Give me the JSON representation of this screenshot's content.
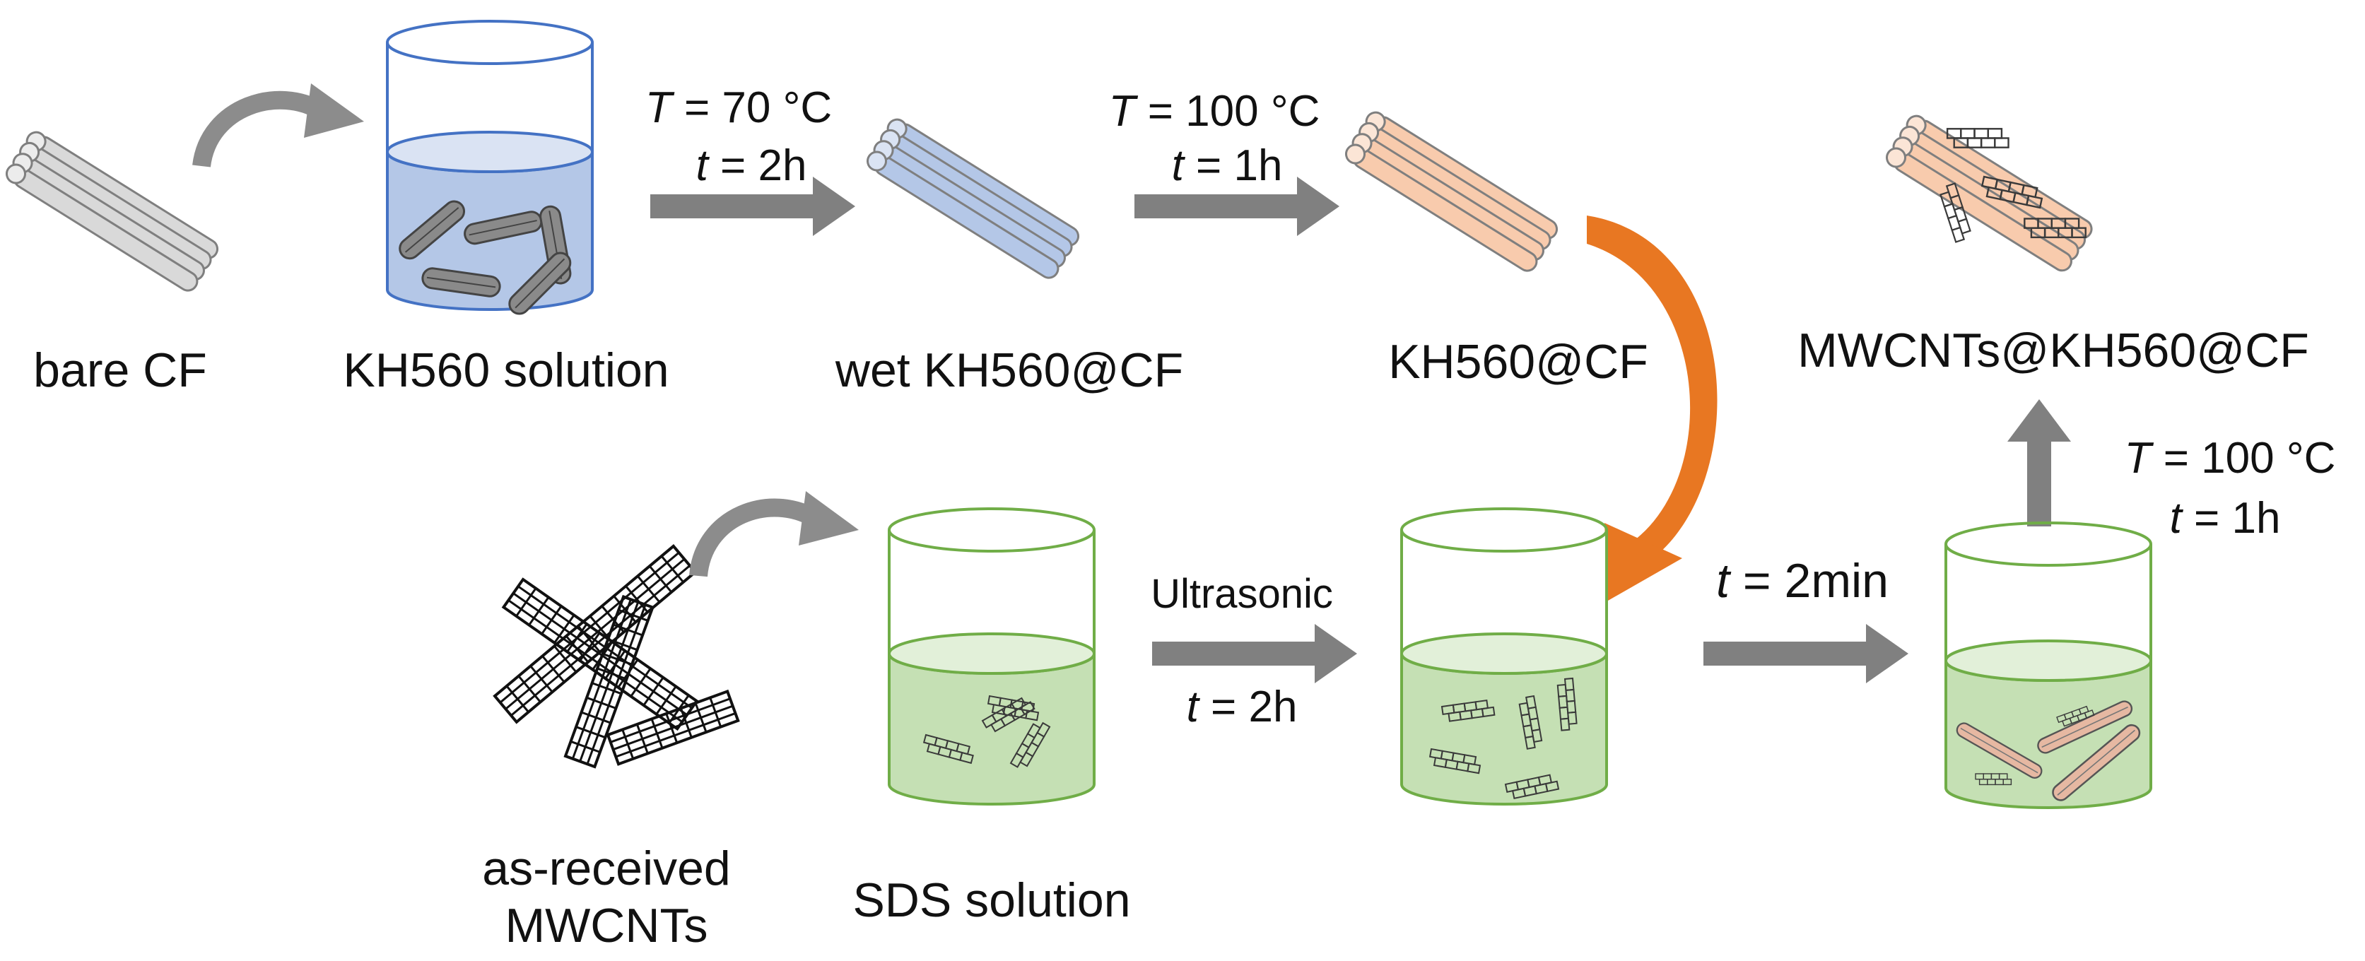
{
  "labels": {
    "bare_cf": "bare CF",
    "kh560_solution": "KH560 solution",
    "wet_kh560_cf": "wet KH560@CF",
    "kh560_cf": "KH560@CF",
    "final_product": "MWCNTs@KH560@CF",
    "mwcnts_line1": "as-received",
    "mwcnts_line2": "MWCNTs",
    "sds_solution": "SDS solution"
  },
  "conditions": {
    "step1_temp_var": "T",
    "step1_temp_value": " = 70 °C",
    "step1_time_var": "t",
    "step1_time_value": " = 2h",
    "step2_temp_var": "T",
    "step2_temp_value": " = 100 °C",
    "step2_time_var": "t",
    "step2_time_value": " = 1h",
    "ultrasonic": "Ultrasonic",
    "step3_time_var": "t",
    "step3_time_value": " = 2h",
    "step4_time_var": "t",
    "step4_time_value": " = 2min",
    "step5_temp_var": "T",
    "step5_temp_value": " = 100 °C",
    "step5_time_var": "t",
    "step5_time_value": " = 1h"
  },
  "colors": {
    "bare_fiber": "#d9d9d9",
    "wet_fiber": "#b4c7e7",
    "coated_fiber": "#f8cbad",
    "blue_liquid": "#b4c7e7",
    "blue_beaker": "#4472c4",
    "green_liquid": "#c5e0b4",
    "green_beaker": "#70ad47",
    "gray_arrow": "#808080",
    "orange_arrow": "#e87722"
  }
}
